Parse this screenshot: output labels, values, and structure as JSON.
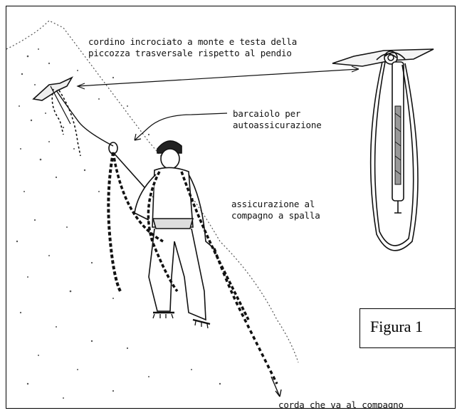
{
  "labels": {
    "cordino_line1": "cordino incrociato a monte e testa della",
    "cordino_line2": "piccozza trasversale rispetto al pendio",
    "barcaiolo_line1": "barcaiolo per",
    "barcaiolo_line2": "autoassicurazione",
    "assicurazione_line1": "assicurazione al",
    "assicurazione_line2": "compagno a spalla",
    "corda": "corda che va al compagno"
  },
  "figure_caption": "Figura 1",
  "colors": {
    "ink": "#111111",
    "paper": "#ffffff",
    "slope": "#6b6b6b"
  }
}
